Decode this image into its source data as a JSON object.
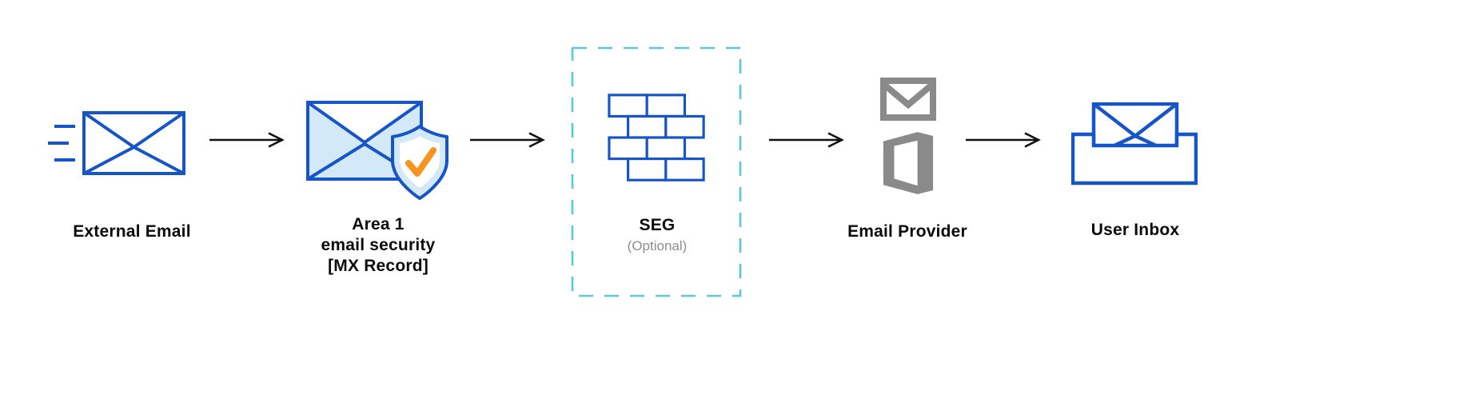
{
  "diagram": {
    "stages": [
      {
        "id": "external-email",
        "label": "External Email",
        "icon": "envelope-motion-icon"
      },
      {
        "id": "area1-email-security",
        "label_lines": [
          "Area 1",
          "email security",
          "[MX Record]"
        ],
        "icon": "envelope-shield-check-icon"
      },
      {
        "id": "seg",
        "label": "SEG",
        "sublabel": "(Optional)",
        "icon": "firewall-brick-icon",
        "optional": true
      },
      {
        "id": "email-provider",
        "label": "Email Provider",
        "icons": [
          "gmail-icon",
          "office-icon"
        ]
      },
      {
        "id": "user-inbox",
        "label": "User Inbox",
        "icon": "inbox-tray-envelope-icon"
      }
    ],
    "connectors": {
      "count": 4,
      "style": "arrow-right"
    },
    "colors": {
      "primary_blue": "#1555c8",
      "light_blue": "#d3e9f8",
      "dashed_cyan": "#5cc8dd",
      "check_orange": "#f79420",
      "provider_gray": "#8a8a8a",
      "arrow_black": "#111111",
      "text": "#0b0b0b",
      "sublabel_gray": "#8e8e8e"
    }
  }
}
